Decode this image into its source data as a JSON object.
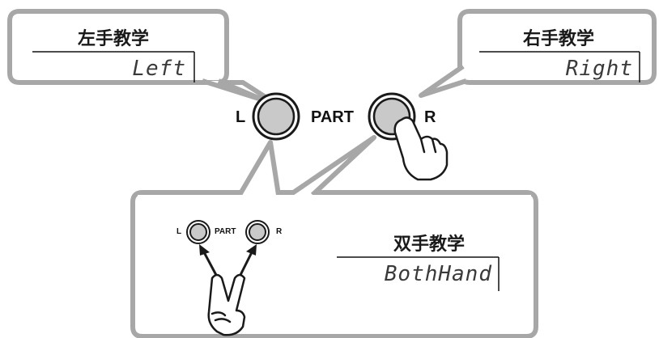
{
  "callouts": {
    "left": {
      "heading": "左手教学",
      "display": "Left"
    },
    "right": {
      "heading": "右手教学",
      "display": "Right"
    },
    "both": {
      "heading": "双手教学",
      "display": "BothHand"
    }
  },
  "panel": {
    "left_label": "L",
    "part_label": "PART",
    "right_label": "R"
  },
  "inset_panel": {
    "left_label": "L",
    "part_label": "PART",
    "right_label": "R"
  },
  "colors": {
    "box_border": "#a7a7a7",
    "box_fill": "#ffffff",
    "button_fill": "#c9c9c9",
    "button_ring": "#1a1a1a"
  }
}
